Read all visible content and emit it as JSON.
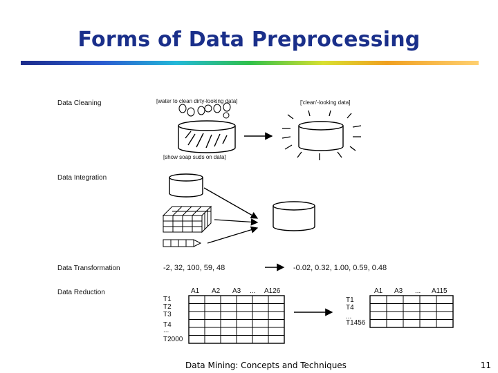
{
  "slide": {
    "title": "Forms of Data Preprocessing",
    "footer": "Data Mining: Concepts and Techniques",
    "page_number": "11"
  },
  "sections": {
    "cleaning": {
      "label": "Data Cleaning",
      "note_water": "[water to clean dirty-looking data]",
      "note_clean": "['clean'-looking data]",
      "note_soap": "[show soap suds on data]"
    },
    "integration": {
      "label": "Data Integration"
    },
    "transformation": {
      "label": "Data Transformation",
      "input": "-2, 32, 100, 59, 48",
      "output": "-0.02, 0.32, 1.00, 0.59, 0.48"
    },
    "reduction": {
      "label": "Data Reduction",
      "left_headers": [
        "A1",
        "A2",
        "A3",
        "...",
        "A126"
      ],
      "left_rows": [
        "T1",
        "T2",
        "T3",
        "T4",
        "...",
        "T2000"
      ],
      "right_headers": [
        "A1",
        "A3",
        "...",
        "A115"
      ],
      "right_rows": [
        "T1",
        "T4",
        "...",
        "T1456"
      ]
    }
  }
}
